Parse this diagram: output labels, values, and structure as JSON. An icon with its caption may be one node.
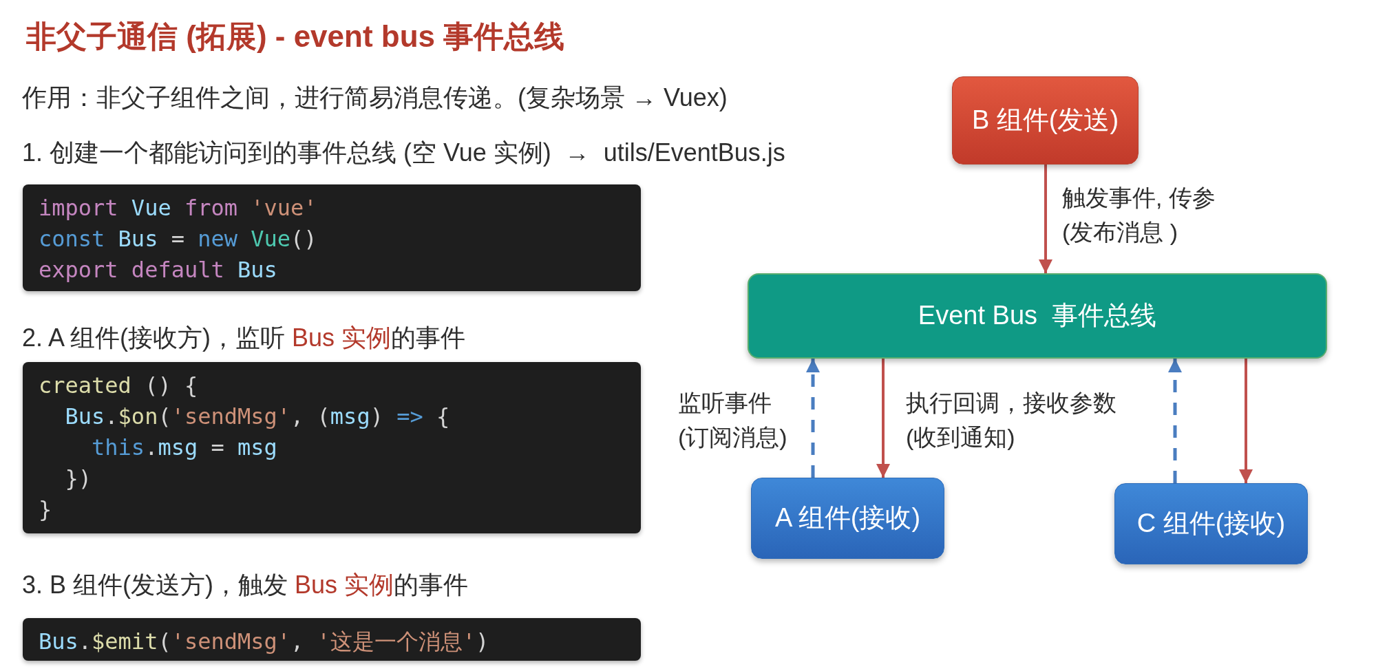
{
  "diagram": {
    "title": "非父子通信 (拓展) - event bus 事件总线",
    "nodes": [
      {
        "text": [
          "B 组件(发送)"
        ]
      },
      {
        "text": [
          "Event Bus  事件总线"
        ]
      },
      {
        "text": [
          "A 组件(接收)"
        ]
      },
      {
        "text": [
          "C 组件(接收)"
        ]
      },
      {
        "text": [
          "import Vue from 'vue'",
          "const Bus = new Vue()",
          "export default Bus"
        ]
      },
      {
        "text": [
          "created () {",
          "  Bus.$on('sendMsg', (msg) => {",
          "    this.msg = msg",
          "  })",
          "}"
        ]
      },
      {
        "text": [
          "Bus.$emit('sendMsg', '这是一个消息')"
        ]
      }
    ],
    "edges": [
      {
        "from": 0,
        "to": 1,
        "arrow": "to",
        "label": "触发事件, 传参 (发布消息 )"
      },
      {
        "from": 2,
        "to": 1,
        "arrow": "to",
        "style": "dashed",
        "color": "#4a7dc0",
        "label": "监听事件 (订阅消息)"
      },
      {
        "from": 1,
        "to": 2,
        "arrow": "to",
        "label": "执行回调，接收参数 (收到通知)"
      },
      {
        "from": 3,
        "to": 1,
        "arrow": "to",
        "style": "dashed",
        "color": "#4a7dc0"
      },
      {
        "from": 1,
        "to": 3,
        "arrow": "to"
      }
    ],
    "labels": [
      "作用：非父子组件之间，进行简易消息传递。(复杂场景 → Vuex)",
      "1. 创建一个都能访问到的事件总线 (空 Vue 实例)  →  utils/EventBus.js",
      "2. A 组件(接收方)，监听 Bus 实例的事件",
      "3. B 组件(发送方)，触发 Bus 实例的事件"
    ]
  }
}
